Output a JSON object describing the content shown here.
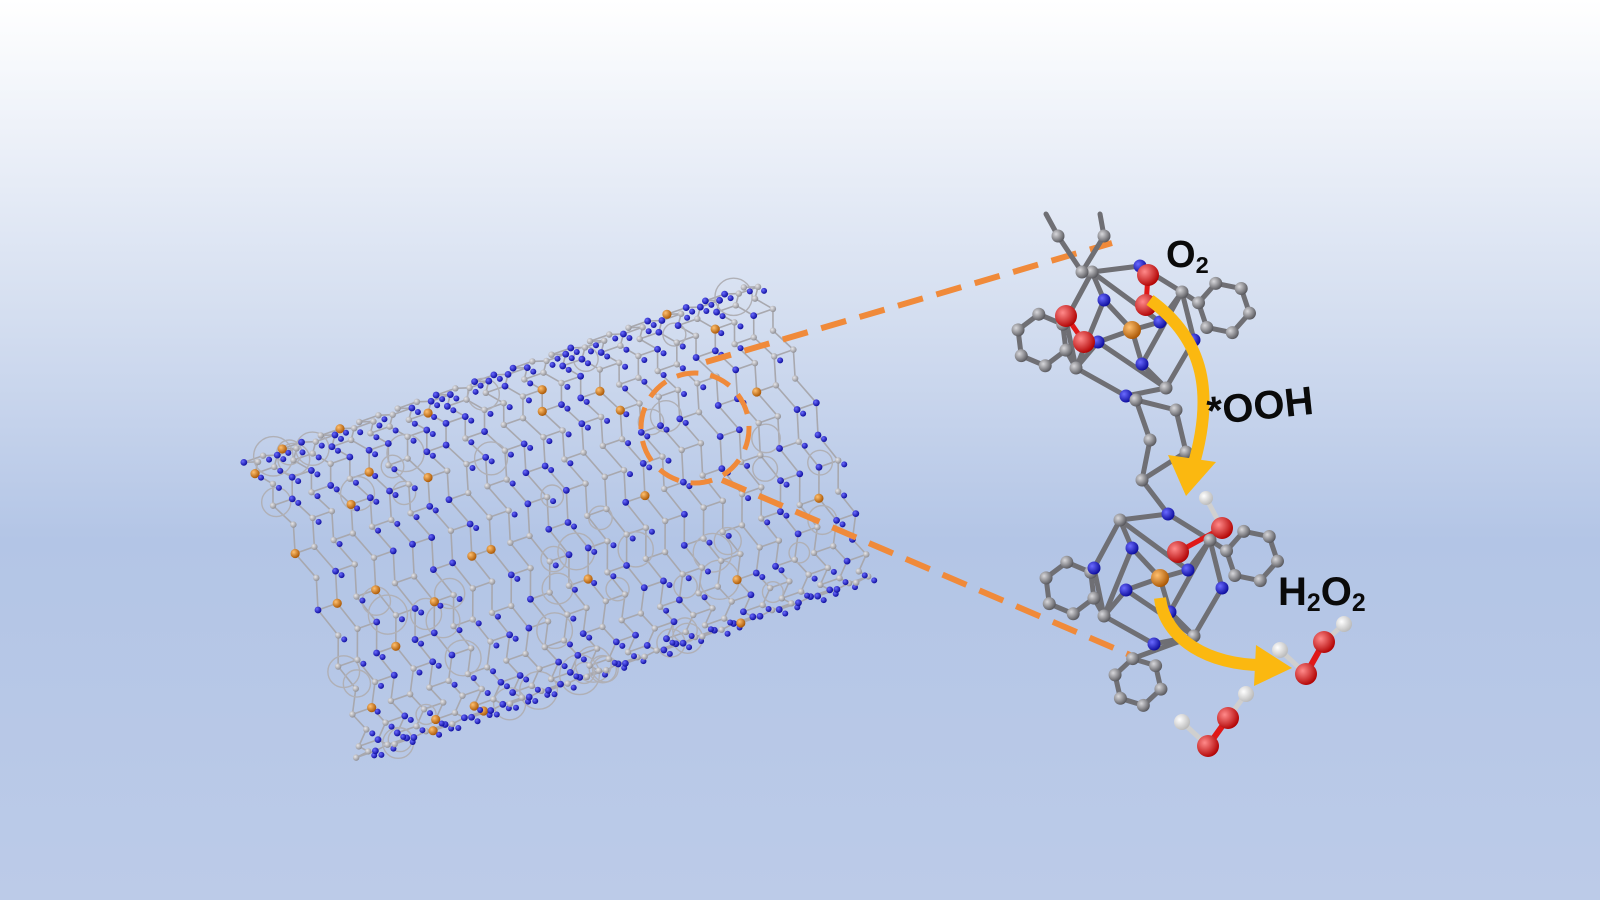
{
  "labels": {
    "o2_main": "O",
    "o2_sub": "2",
    "ooh": "*OOH",
    "h2o2_h": "H",
    "h2o2_h_sub": "2",
    "h2o2_o": "O",
    "h2o2_o_sub": "2"
  },
  "colors": {
    "background_top": "#ffffff",
    "background_bottom": "#b8c8e6",
    "carbon_framework": "#a8a8ae",
    "carbon_molecule": "#6f6f74",
    "nitrogen": "#1010c8",
    "metal": "#d07820",
    "oxygen": "#e01818",
    "hydrogen": "#f2f2f2",
    "zoom_callout": "#f08a3a",
    "reaction_arrow": "#fbb810"
  },
  "icons": {
    "framework": "nanotube-framework-icon",
    "molecule": "metal-phthalocyanine-dimer-icon",
    "product": "hydrogen-peroxide-molecule-icon"
  }
}
